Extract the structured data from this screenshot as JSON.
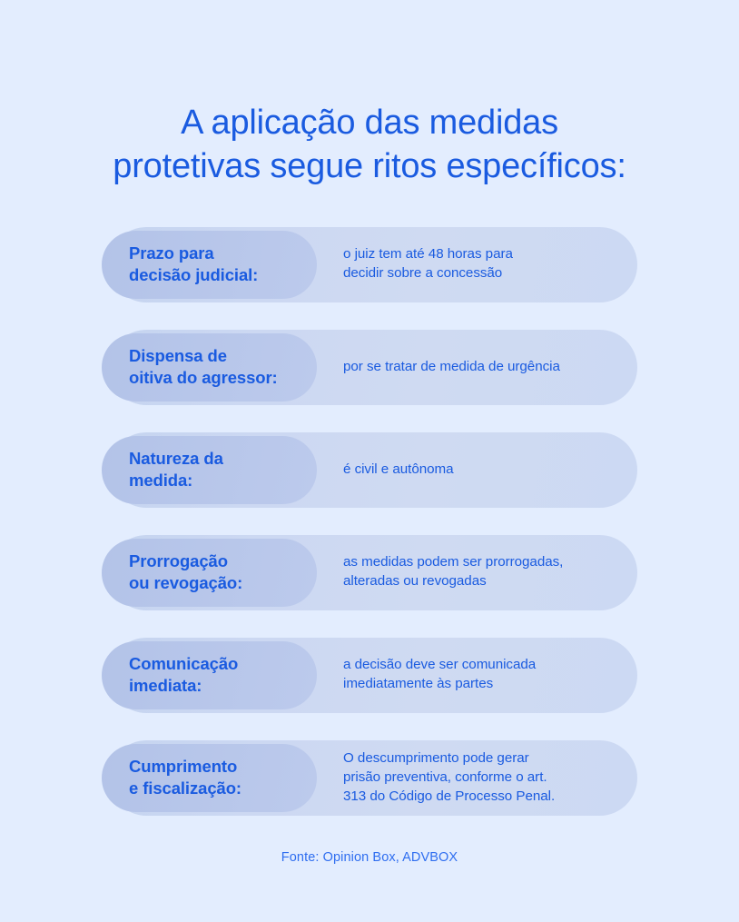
{
  "page": {
    "background_color": "#e3edfe",
    "accent_color": "#1a5be0"
  },
  "title": {
    "line1": "A aplicação das medidas",
    "line2": "protetivas segue ritos específicos:"
  },
  "rows": [
    {
      "label": "Prazo para\ndecisão judicial:",
      "description": "o juiz tem até 48 horas para\ndecidir sobre a concessão"
    },
    {
      "label": "Dispensa de\noitiva do agressor:",
      "description": "por se tratar de medida de urgência"
    },
    {
      "label": "Natureza da\nmedida:",
      "description": "é civil e autônoma"
    },
    {
      "label": "Prorrogação\nou revogação:",
      "description": "as medidas podem ser prorrogadas,\nalteradas ou revogadas"
    },
    {
      "label": "Comunicação\nimediata:",
      "description": "a decisão deve ser comunicada\nimediatamente às partes"
    },
    {
      "label": "Cumprimento\ne fiscalização:",
      "description": "O descumprimento pode gerar\nprisão preventiva, conforme o art.\n313 do Código de Processo Penal."
    }
  ],
  "footer": {
    "source": "Fonte: Opinion Box, ADVBOX"
  }
}
